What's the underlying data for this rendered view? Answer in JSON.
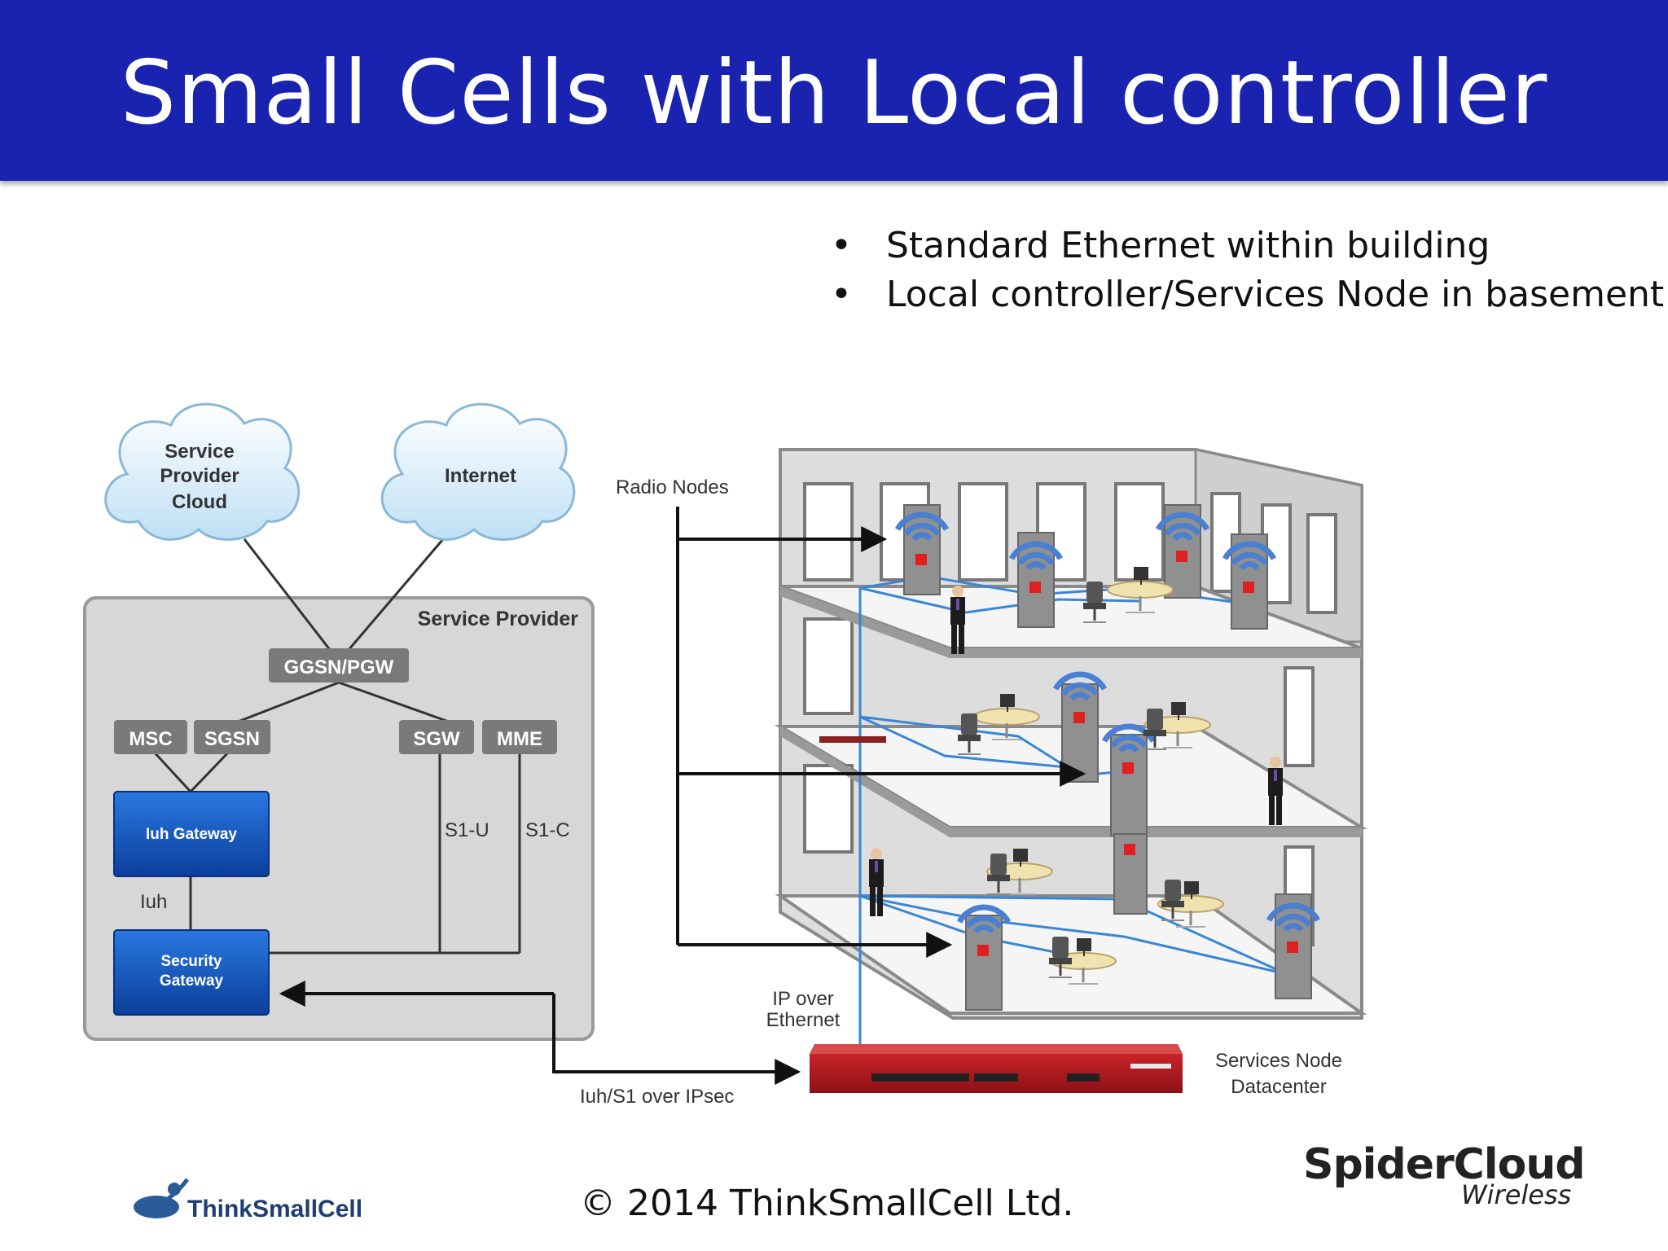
{
  "slide": {
    "title": "Small Cells with Local controller",
    "bullets": [
      "Standard Ethernet within building",
      "Local controller/Services Node in basement"
    ],
    "copyright": "© 2014 ThinkSmallCell Ltd."
  },
  "diagram": {
    "clouds": {
      "service_provider": [
        "Service",
        "Provider",
        "Cloud"
      ],
      "internet": "Internet"
    },
    "service_provider_box": "Service Provider",
    "nodes": {
      "ggsn": "GGSN/PGW",
      "msc": "MSC",
      "sgsn": "SGSN",
      "sgw": "SGW",
      "mme": "MME",
      "iuh_gateway": "Iuh Gateway",
      "security_gateway": [
        "Security",
        "Gateway"
      ]
    },
    "links": {
      "s1u": "S1-U",
      "s1c": "S1-C",
      "iuh": "Iuh",
      "iuh_s1": "Iuh/S1 over IPsec",
      "ip_over_ethernet": [
        "IP over",
        "Ethernet"
      ],
      "radio_nodes": "Radio Nodes"
    },
    "services_node": [
      "Services Node",
      "Datacenter"
    ]
  },
  "logos": {
    "thinksmallcell": "ThinkSmallCell",
    "spidercloud": "SpiderCloud",
    "spidercloud_sub": "Wireless"
  },
  "colors": {
    "header": "#1a23b0",
    "node_gray": "#7a7a7a",
    "gateway_blue": "#1457c4",
    "wifi_blue": "#4a7fd1",
    "radio_red": "#e02020",
    "cable_blue": "#3a86d6"
  }
}
